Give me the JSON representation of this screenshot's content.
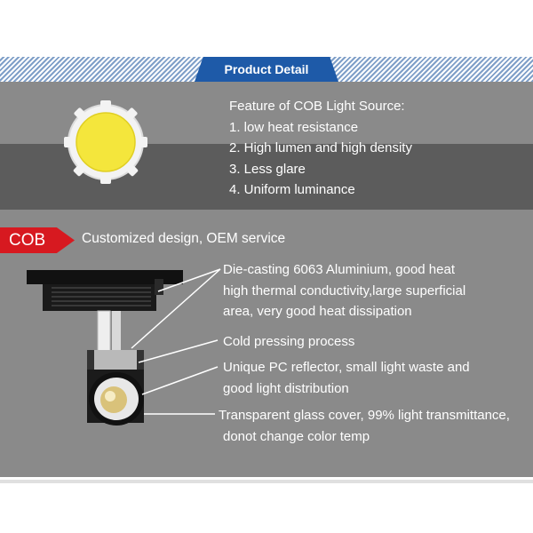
{
  "header": {
    "tab_label": "Product Detail"
  },
  "features": {
    "heading": "Feature of COB Light Source:",
    "items": [
      "1. low heat resistance",
      "2. High lumen and high density",
      "3. Less glare",
      "4. Uniform luminance"
    ]
  },
  "cob_section": {
    "badge": "COB",
    "tagline": "Customized design, OEM service",
    "annotations": [
      [
        "Die-casting 6063 Aluminium, good heat",
        "high thermal conductivity,large superficial",
        "area, very good heat dissipation"
      ],
      [
        "Cold pressing process"
      ],
      [
        "Unique PC reflector, small light waste and",
        "good light distribution"
      ],
      [
        "Transparent glass cover, 99% light transmittance,",
        "donot change color temp"
      ]
    ]
  },
  "colors": {
    "accent_blue": "#1e5aa8",
    "badge_red": "#d71920",
    "panel_gray": "#8a8a8a"
  },
  "icons": {
    "cob_chip": "cob-chip-icon",
    "track_light": "track-light-illustration"
  }
}
